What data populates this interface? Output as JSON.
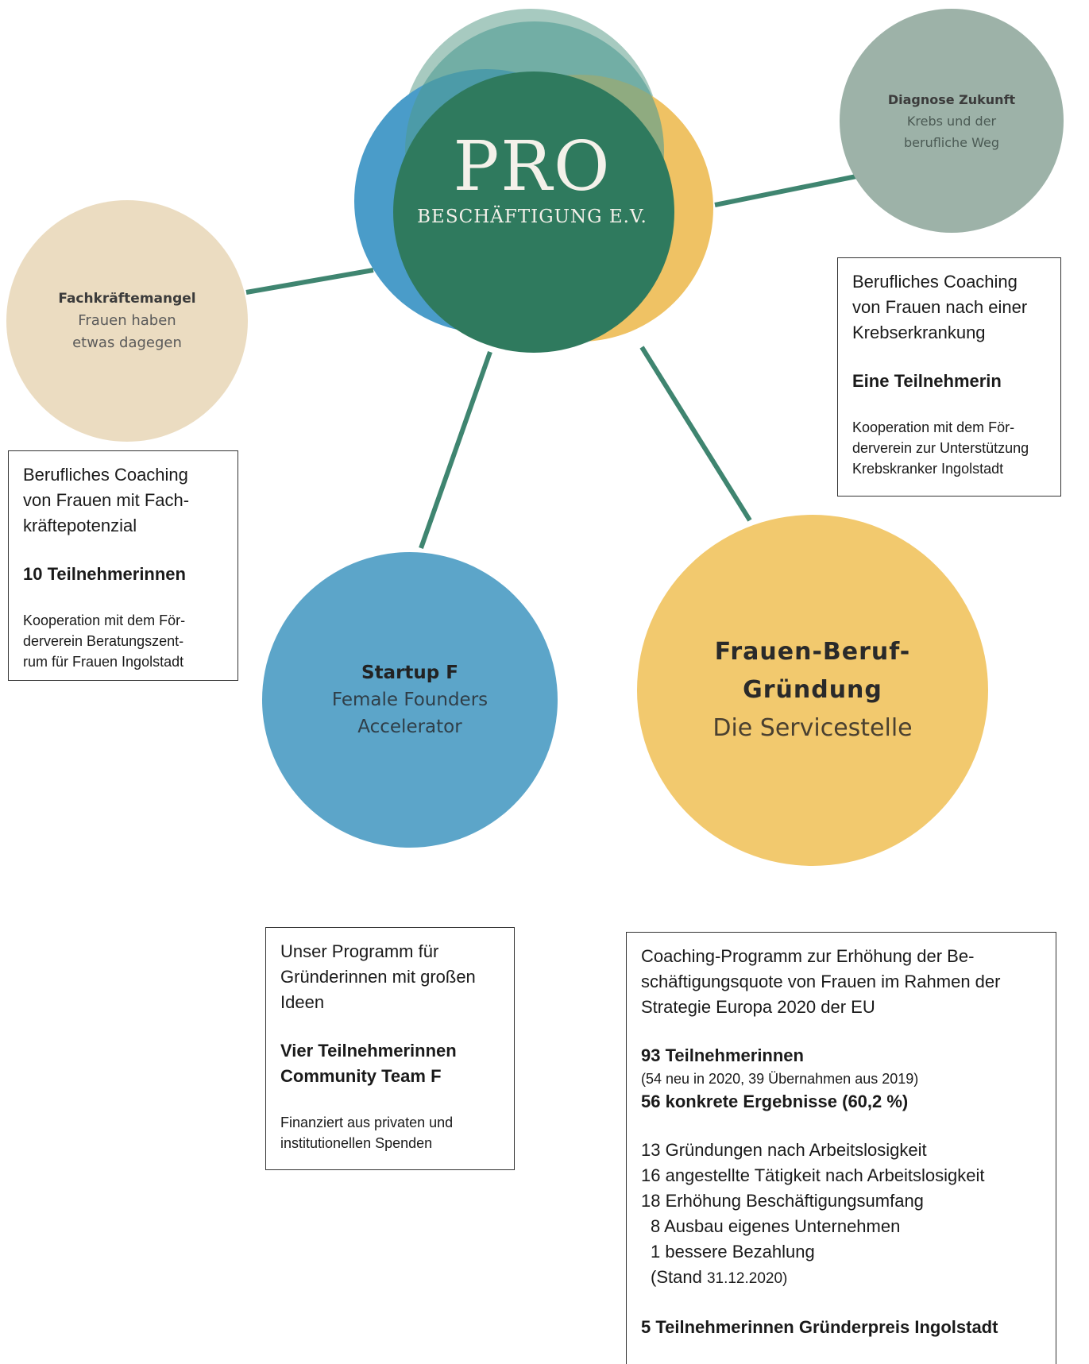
{
  "logo": {
    "title": "PRO",
    "subtitle": "BESCHÄFTIGUNG E.V.",
    "colors": {
      "blue": "#4a9cc9",
      "teal": "#5e9f8d",
      "yellow": "#efc264",
      "green": "#2f7a5e"
    }
  },
  "circles": {
    "diagnose": {
      "title": "Diagnose Zukunft",
      "line1": "Krebs und der",
      "line2": "berufliche Weg",
      "color": "#9db2a8"
    },
    "fachkraefte": {
      "title": "Fachkräftemangel",
      "line1": "Frauen haben",
      "line2": "etwas dagegen",
      "color": "#ebdcc1"
    },
    "startup": {
      "title": "Startup F",
      "line1": "Female Founders",
      "line2": "Accelerator",
      "color": "#5ca5c9"
    },
    "frauen": {
      "title1": "Frauen-Beruf-",
      "title2": "Gründung",
      "line1": "Die Servicestelle",
      "color": "#f2c96e"
    }
  },
  "boxes": {
    "diagnose": {
      "lines": [
        "Berufliches Coaching",
        "von Frauen nach einer",
        "Krebserkrankung"
      ],
      "count": "Eine Teilnehmerin",
      "note": [
        "Kooperation mit dem För-",
        "derverein zur Unterstützung",
        "Krebskranker Ingolstadt"
      ]
    },
    "fachkraefte": {
      "lines": [
        "Berufliches Coaching",
        "von Frauen mit Fach-",
        "kräftepotenzial"
      ],
      "count": "10 Teilnehmerinnen",
      "note": [
        "Kooperation mit dem För-",
        "derverein Beratungszent-",
        "rum für Frauen Ingolstadt"
      ]
    },
    "startup": {
      "lines": [
        "Unser Programm für",
        "Gründerinnen mit großen",
        "Ideen"
      ],
      "count1": "Vier Teilnehmerinnen",
      "count2": "Community Team F",
      "note": [
        "Finanziert aus privaten und",
        "institutionellen Spenden"
      ]
    },
    "frauen": {
      "lines": [
        "Coaching-Programm zur Erhöhung der Be-",
        "schäftigungsquote von Frauen im Rahmen der",
        "Strategie Europa 2020 der EU"
      ],
      "count": "93 Teilnehmerinnen",
      "count_detail": "(54 neu in 2020, 39 Übernahmen aus 2019)",
      "results": "56 konkrete Ergebnisse (60,2 %)",
      "items": [
        "13 Gründungen nach Arbeitslosigkeit",
        "16 angestellte Tätigkeit nach Arbeitslosigkeit",
        "18 Erhöhung Beschäftigungsumfang",
        "8 Ausbau eigenes Unternehmen",
        "1 bessere Bezahlung"
      ],
      "stand_label": "(Stand",
      "stand_date": "31.12.2020)",
      "award": "5 Teilnehmerinnen Gründerpreis Ingolstadt"
    }
  },
  "line_color": "#3f8570"
}
